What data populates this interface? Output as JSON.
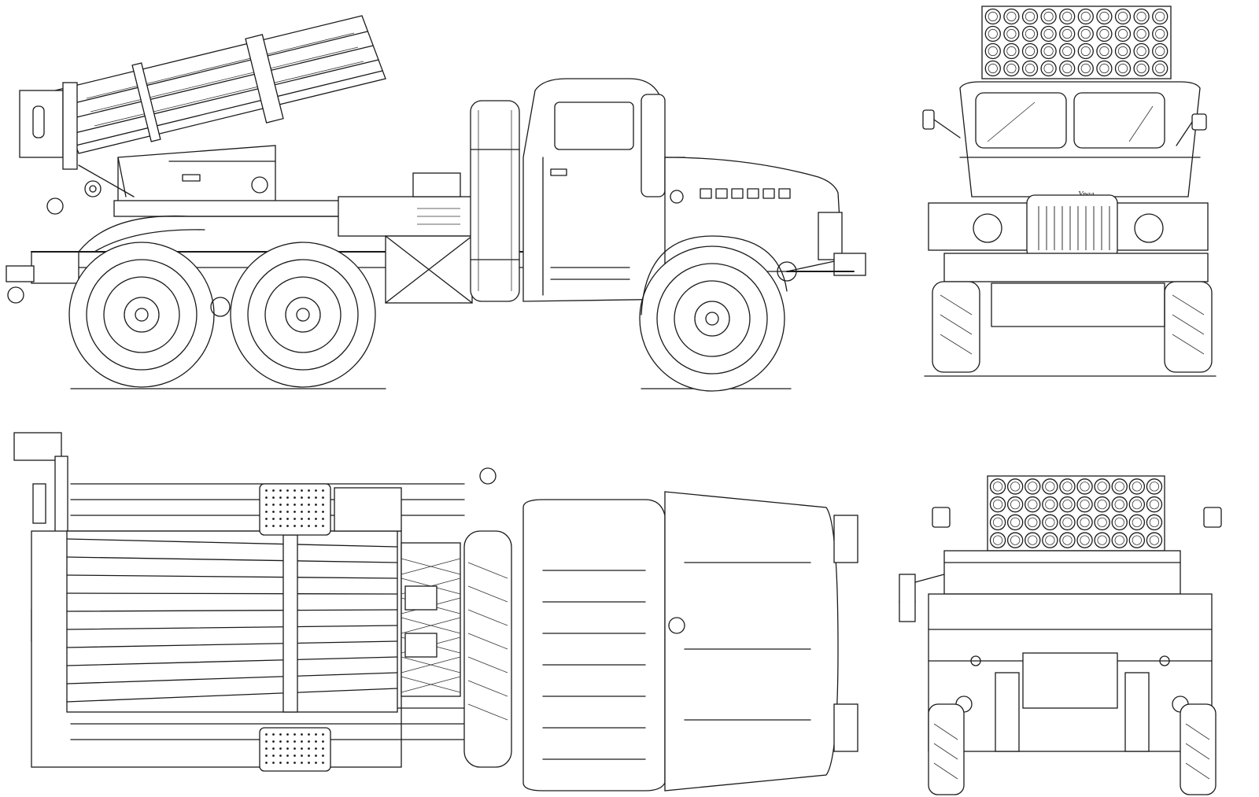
{
  "sheet": {
    "background": "#ffffff",
    "line_color": "#1a1a1a"
  },
  "views": [
    {
      "id": "side",
      "kind": "side elevation"
    },
    {
      "id": "front",
      "kind": "front elevation"
    },
    {
      "id": "top",
      "kind": "top plan"
    },
    {
      "id": "rear",
      "kind": "rear elevation"
    }
  ],
  "launcher": {
    "rows": 4,
    "columns": 10
  },
  "truck": {
    "axles": 3,
    "front_badge": "Урал"
  }
}
